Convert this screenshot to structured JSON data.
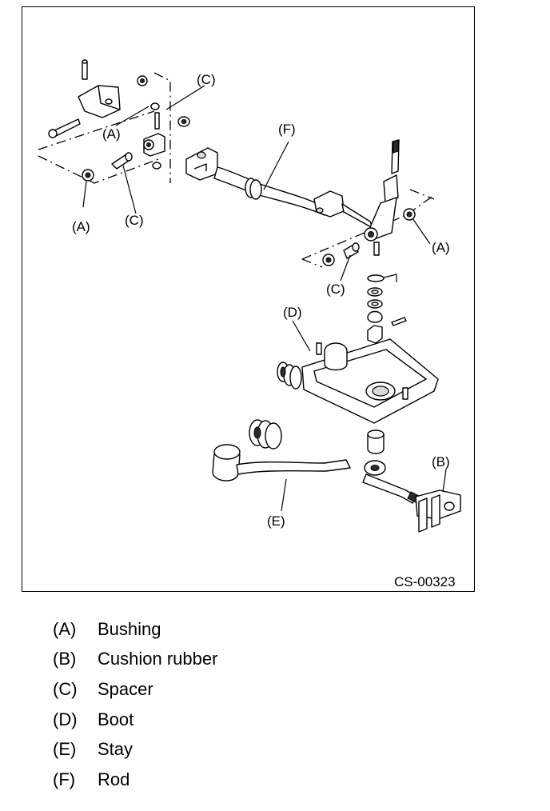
{
  "figure": {
    "code": "CS-00323",
    "callouts": {
      "a": "(A)",
      "b": "(B)",
      "c": "(C)",
      "d": "(D)",
      "e": "(E)",
      "f": "(F)"
    }
  },
  "legend": [
    {
      "key": "(A)",
      "text": "Bushing"
    },
    {
      "key": "(B)",
      "text": "Cushion rubber"
    },
    {
      "key": "(C)",
      "text": "Spacer"
    },
    {
      "key": "(D)",
      "text": "Boot"
    },
    {
      "key": "(E)",
      "text": "Stay"
    },
    {
      "key": "(F)",
      "text": "Rod"
    }
  ]
}
